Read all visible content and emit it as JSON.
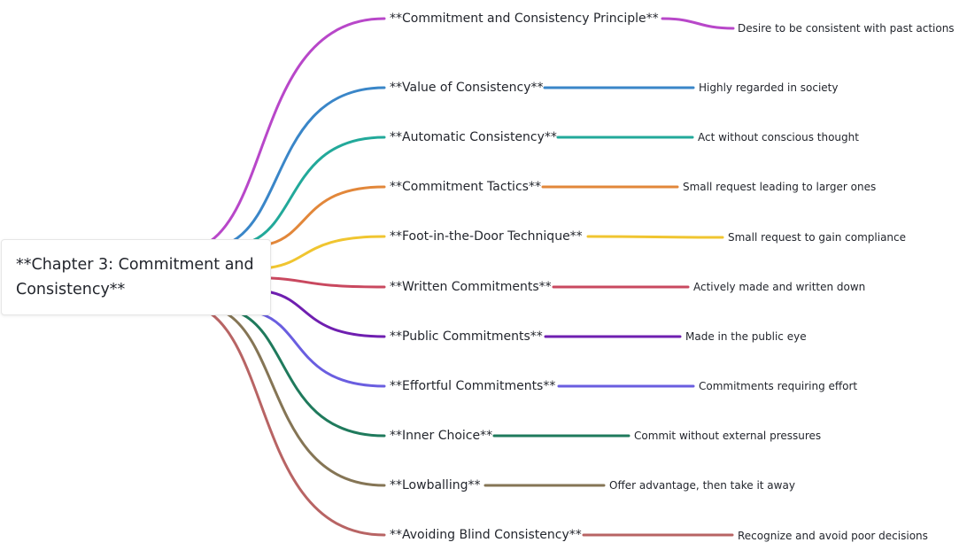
{
  "root": {
    "title": "**Chapter 3: Commitment and Consistency**"
  },
  "branches": [
    {
      "label": "**Commitment and Consistency Principle**",
      "detail": "Desire to be consistent with past actions",
      "color": "#b847c9"
    },
    {
      "label": "**Value of Consistency**",
      "detail": "Highly regarded in society",
      "color": "#3a86c8"
    },
    {
      "label": "**Automatic Consistency**",
      "detail": "Act without conscious thought",
      "color": "#22a99a"
    },
    {
      "label": "**Commitment Tactics**",
      "detail": "Small request leading to larger ones",
      "color": "#e2873a"
    },
    {
      "label": "**Foot-in-the-Door Technique**",
      "detail": "Small request to gain compliance",
      "color": "#f0c530"
    },
    {
      "label": "**Written Commitments**",
      "detail": "Actively made and written down",
      "color": "#c9485f"
    },
    {
      "label": "**Public Commitments**",
      "detail": "Made in the public eye",
      "color": "#6f1fb0"
    },
    {
      "label": "**Effortful Commitments**",
      "detail": "Commitments requiring effort",
      "color": "#6a5ee0"
    },
    {
      "label": "**Inner Choice**",
      "detail": "Commit without external pressures",
      "color": "#1f7a5c"
    },
    {
      "label": "**Lowballing**",
      "detail": "Offer advantage, then take it away",
      "color": "#857555"
    },
    {
      "label": "**Avoiding Blind Consistency**",
      "detail": "Recognize and avoid poor decisions",
      "color": "#b86464"
    }
  ]
}
